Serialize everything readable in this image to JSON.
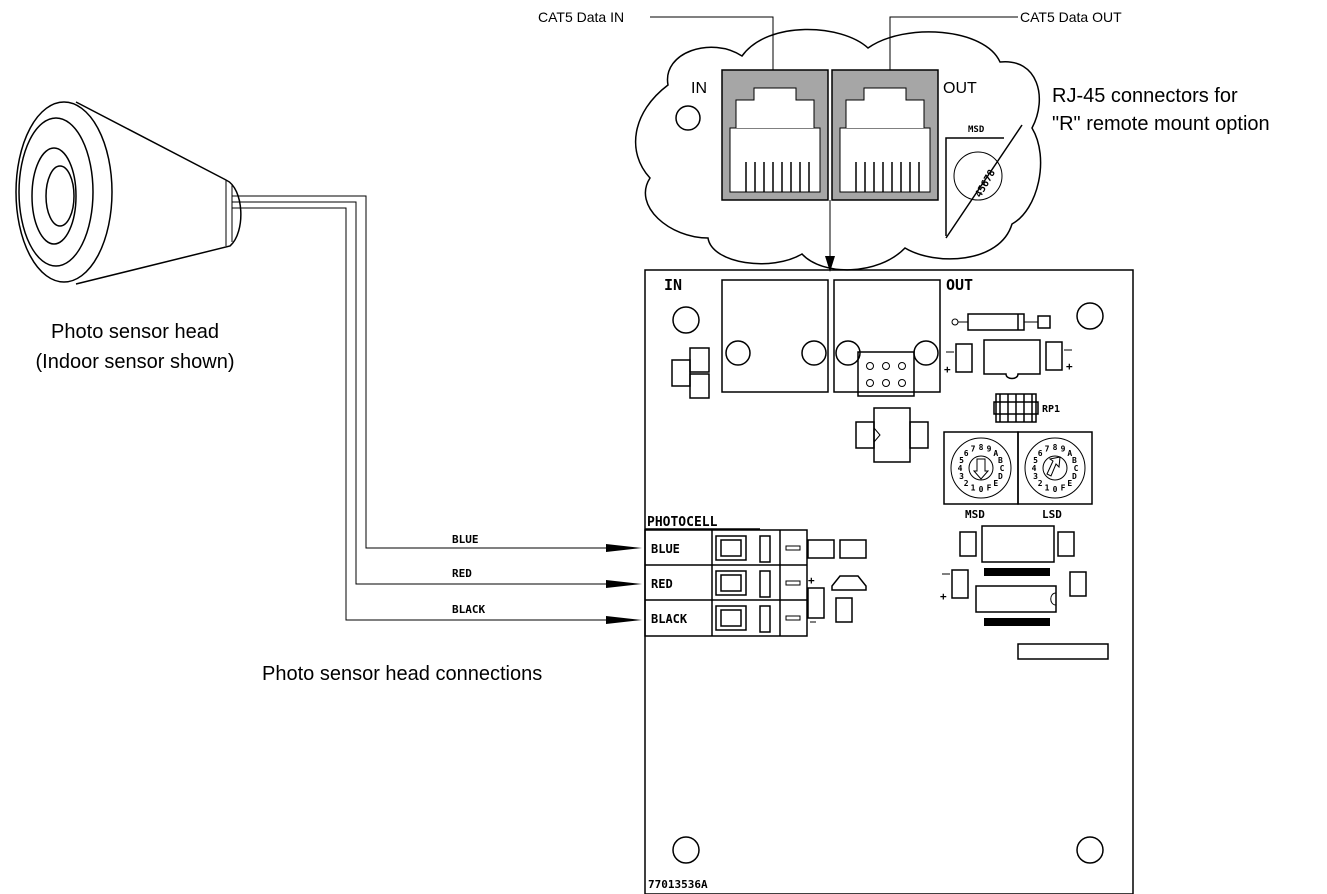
{
  "labels": {
    "cat5_in": "CAT5 Data IN",
    "cat5_out": "CAT5 Data OUT",
    "rj45_line1": "RJ-45 connectors for",
    "rj45_line2": "\"R\" remote mount option",
    "sensor_line1": "Photo sensor head",
    "sensor_line2": "(Indoor sensor shown)",
    "connections": "Photo sensor head connections",
    "cloud_in": "IN",
    "cloud_out": "OUT",
    "cloud_msd": "MSD",
    "board_in": "IN",
    "board_out": "OUT",
    "photocell": "PHOTOCELL",
    "rp1": "RP1",
    "msd": "MSD",
    "lsd": "LSD",
    "part_number": "77013536A"
  },
  "wires": [
    {
      "name": "BLUE",
      "terminal": "BLUE"
    },
    {
      "name": "RED",
      "terminal": "RED"
    },
    {
      "name": "BLACK",
      "terminal": "BLACK"
    }
  ],
  "rotary_digits": [
    "0",
    "1",
    "2",
    "3",
    "4",
    "5",
    "6",
    "7",
    "8",
    "9",
    "A",
    "B",
    "C",
    "D",
    "E",
    "F"
  ],
  "colors": {
    "line": "#000000",
    "connector_gray": "#a6a6a6",
    "background": "#ffffff"
  }
}
